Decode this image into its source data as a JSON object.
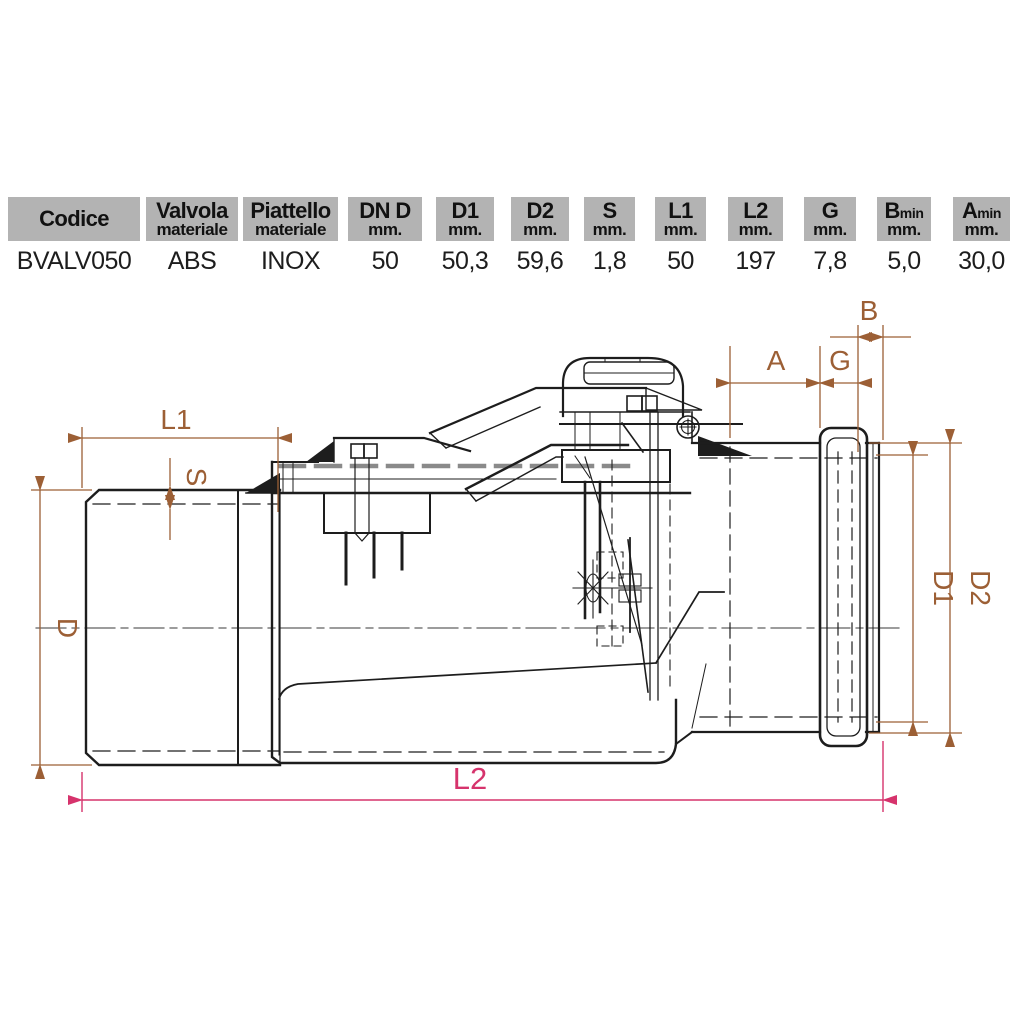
{
  "table": {
    "columns": [
      {
        "name": "Codice",
        "suffix": "",
        "unit": "",
        "value": "BVALV050"
      },
      {
        "name": "Valvola",
        "suffix": "",
        "unit": "materiale",
        "value": "ABS"
      },
      {
        "name": "Piattello",
        "suffix": "",
        "unit": "materiale",
        "value": "INOX"
      },
      {
        "name": "DN D",
        "suffix": "",
        "unit": "mm.",
        "value": "50"
      },
      {
        "name": "D1",
        "suffix": "",
        "unit": "mm.",
        "value": "50,3"
      },
      {
        "name": "D2",
        "suffix": "",
        "unit": "mm.",
        "value": "59,6"
      },
      {
        "name": "S",
        "suffix": "",
        "unit": "mm.",
        "value": "1,8"
      },
      {
        "name": "L1",
        "suffix": "",
        "unit": "mm.",
        "value": "50"
      },
      {
        "name": "L2",
        "suffix": "",
        "unit": "mm.",
        "value": "197"
      },
      {
        "name": "G",
        "suffix": "",
        "unit": "mm.",
        "value": "7,8"
      },
      {
        "name": "B",
        "suffix": "min",
        "unit": "mm.",
        "value": "5,0"
      },
      {
        "name": "A",
        "suffix": "min",
        "unit": "mm.",
        "value": "30,0"
      }
    ]
  },
  "diagram": {
    "labels": {
      "l1": "L1",
      "s": "S",
      "d": "D",
      "a": "A",
      "g": "G",
      "b": "B",
      "d1": "D1",
      "d2": "D2",
      "l2": "L2"
    }
  },
  "colors": {
    "dimension_brown": "#9C5F35",
    "overall_length_pink": "#D6336C",
    "drawing_line": "#1d1d1d",
    "header_gray": "#B3B3B3"
  }
}
